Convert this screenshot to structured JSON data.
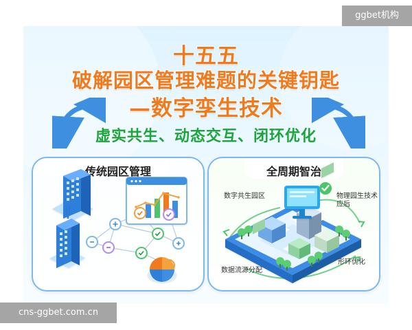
{
  "poster": {
    "title_line1": "十五五",
    "title_line2": "破解园区管理难题的关键钥匙",
    "title_line3": "—数字孪生技术",
    "subtitle": "虚实共生、动态交互、闭环优化"
  },
  "left_panel": {
    "title": "传统园区管理",
    "icons": [
      "building-icon",
      "dashboard-chart-icon",
      "network-icon",
      "pie-chart-icon",
      "tower-icon"
    ]
  },
  "right_panel": {
    "title": "全周期智治",
    "labels": {
      "top_left": "数字共生园区",
      "top_right": "物理园生技术\n应后",
      "bottom_left": "数据流源分配",
      "bottom_right": "形环优化"
    },
    "icons": [
      "city-platform-icon",
      "monitor-icon",
      "check-icon",
      "tree-icon"
    ]
  },
  "watermarks": {
    "top_right": "ggbet机构",
    "bottom_left": "cns-ggbet.com.cn"
  },
  "colors": {
    "title_orange": "#f07a1e",
    "subtitle_green": "#1ca53a",
    "arrow_blue": "#3f8fe0",
    "panel_border": "#7fb8ea",
    "city_blue": "#2d7fd9",
    "green_accent": "#4cc46c"
  }
}
